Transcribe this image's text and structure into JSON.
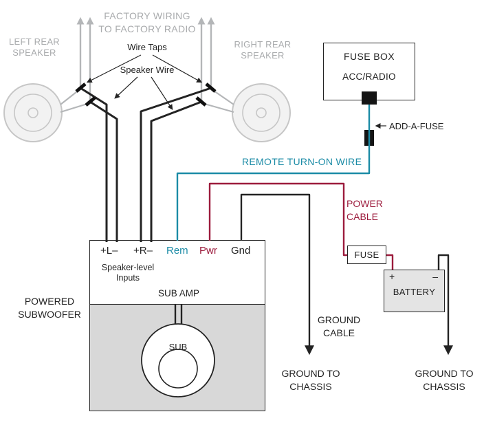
{
  "colors": {
    "teal": "#1b8ba6",
    "crimson": "#9c1b3c",
    "gray_text": "#a9abad",
    "gray_line": "#b4b6b8",
    "ink": "#232323"
  },
  "factory": {
    "label": "FACTORY WIRING\nTO FACTORY RADIO"
  },
  "speakers": {
    "left": "LEFT REAR\nSPEAKER",
    "right": "RIGHT REAR\nSPEAKER"
  },
  "callouts": {
    "wire_taps": "Wire Taps",
    "speaker_wire": "Speaker Wire",
    "add_a_fuse": "ADD-A-FUSE",
    "remote_wire": "REMOTE TURN-ON WIRE",
    "power_cable": "POWER\nCABLE",
    "ground_cable": "GROUND\nCABLE",
    "ground_chassis_amp": "GROUND TO\nCHASSIS",
    "ground_chassis_battery": "GROUND TO\nCHASSIS"
  },
  "fuse_box": {
    "title": "FUSE BOX",
    "terminal": "ACC/RADIO"
  },
  "inline_fuse": {
    "label": "FUSE"
  },
  "battery": {
    "label": "BATTERY",
    "positive": "+",
    "negative": "–"
  },
  "amp": {
    "terminals": [
      "+L–",
      "+R–",
      "Rem",
      "Pwr",
      "Gnd"
    ],
    "inputs_label": "Speaker-level\nInputs",
    "title": "SUB AMP",
    "speaker_label": "SUB",
    "enclosure_label": "POWERED\nSUBWOOFER"
  }
}
